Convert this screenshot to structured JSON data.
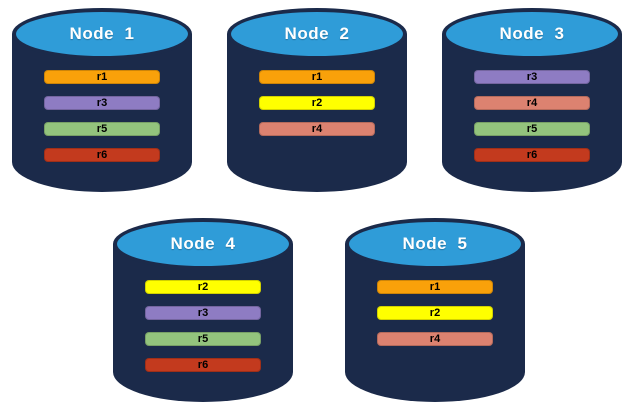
{
  "diagram": {
    "description": "Five database nodes with replica distribution",
    "background": "#FFFFFF"
  },
  "colors": {
    "cylinder_body": "#1B2A4A",
    "cylinder_top": "#2F9CD8",
    "title_text": "#FFFFFF",
    "bar_text": "#000000"
  },
  "replica_colors": {
    "r1": "#F9A10A",
    "r2": "#FFFF00",
    "r3": "#8E7CC3",
    "r4": "#DC8270",
    "r5": "#93C47D",
    "r6": "#C33A1E"
  },
  "nodes": [
    {
      "label": "Node  1",
      "replicas": [
        "r1",
        "r3",
        "r5",
        "r6"
      ]
    },
    {
      "label": "Node  2",
      "replicas": [
        "r1",
        "r2",
        "r4"
      ]
    },
    {
      "label": "Node  3",
      "replicas": [
        "r3",
        "r4",
        "r5",
        "r6"
      ]
    },
    {
      "label": "Node  4",
      "replicas": [
        "r2",
        "r3",
        "r5",
        "r6"
      ]
    },
    {
      "label": "Node  5",
      "replicas": [
        "r1",
        "r2",
        "r4"
      ]
    }
  ]
}
